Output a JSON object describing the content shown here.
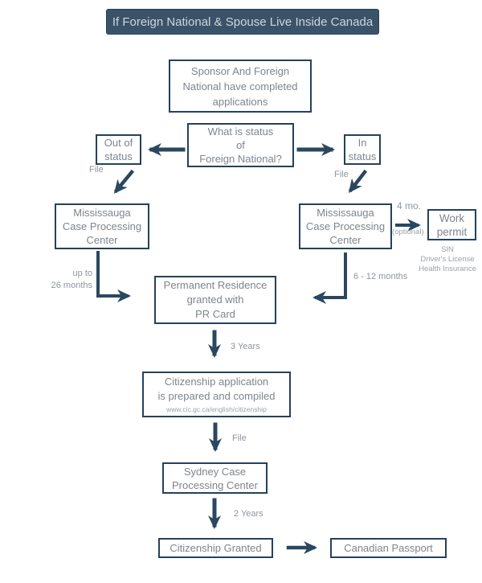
{
  "title": "If Foreign National & Spouse Live Inside Canada",
  "colors": {
    "banner_bg": "#3b5368",
    "banner_text": "#ccd6de",
    "box_border": "#24415c",
    "box_text": "#7d858e",
    "arrow": "#2a4760",
    "label_text": "#8e969e"
  },
  "nodes": {
    "sponsor": "Sponsor And Foreign\nNational have completed\napplications",
    "status_question": "What is status\nof\nForeign National?",
    "out_of_status": "Out of\nstatus",
    "in_status": "In\nstatus",
    "mississauga_left": "Mississauga\nCase Processing\nCenter",
    "mississauga_right": "Mississauga\nCase Processing\nCenter",
    "work_permit": "Work\npermit",
    "permanent_residence": "Permanent Residence\ngranted with\nPR Card",
    "citizenship_application": "Citizenship application\nis prepared and compiled",
    "citizenship_application_url": "www.cic.gc.ca/english/citizenship",
    "sydney": "Sydney Case\nProcessing Center",
    "citizenship_granted": "Citizenship Granted",
    "canadian_passport": "Canadian Passport"
  },
  "labels": {
    "file_left": "File",
    "file_right": "File",
    "four_months": "4 mo.",
    "optional": "(optional)",
    "work_permit_benefits": "SIN\nDriver's License\nHealth Insurance",
    "up_to_26_months": "up to\n26 months",
    "six_to_twelve_months": "6 - 12 months",
    "three_years": "3 Years",
    "file_citizenship": "File",
    "two_years": "2 Years"
  }
}
